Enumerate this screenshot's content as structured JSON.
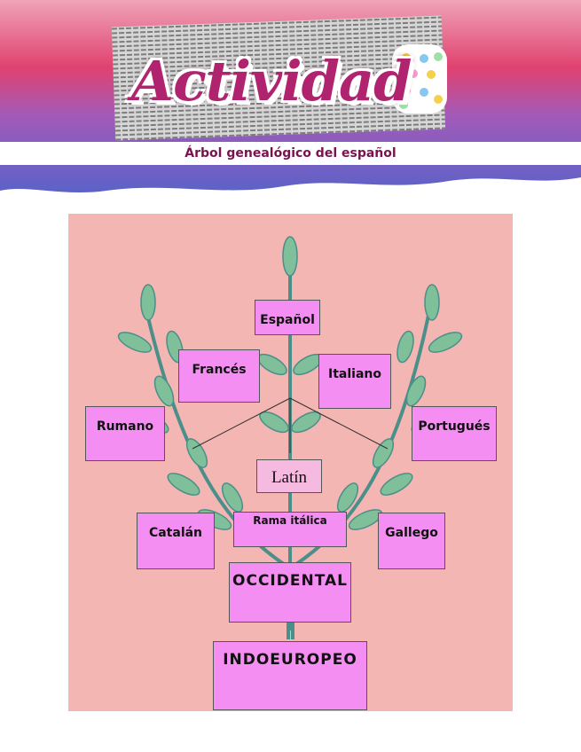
{
  "header": {
    "title": "Actividad",
    "subtitle": "Árbol genealógico del español",
    "colors": {
      "pink": "#e0426f",
      "purple": "#6a5ad0",
      "title": "#b0246f"
    }
  },
  "tree": {
    "root": "INDOEUROPEO",
    "branch": "OCCIDENTAL",
    "group": "Rama itálica",
    "origin": "Latín",
    "languages": {
      "espanol": "Español",
      "frances": "Francés",
      "italiano": "Italiano",
      "rumano": "Rumano",
      "portugues": "Portugués",
      "catalan": "Catalán",
      "gallego": "Gallego"
    },
    "colors": {
      "background": "#f4b6b2",
      "box": "#f58ef2",
      "leaf": "#7fbf9a",
      "stem": "#4a8f8a"
    }
  }
}
